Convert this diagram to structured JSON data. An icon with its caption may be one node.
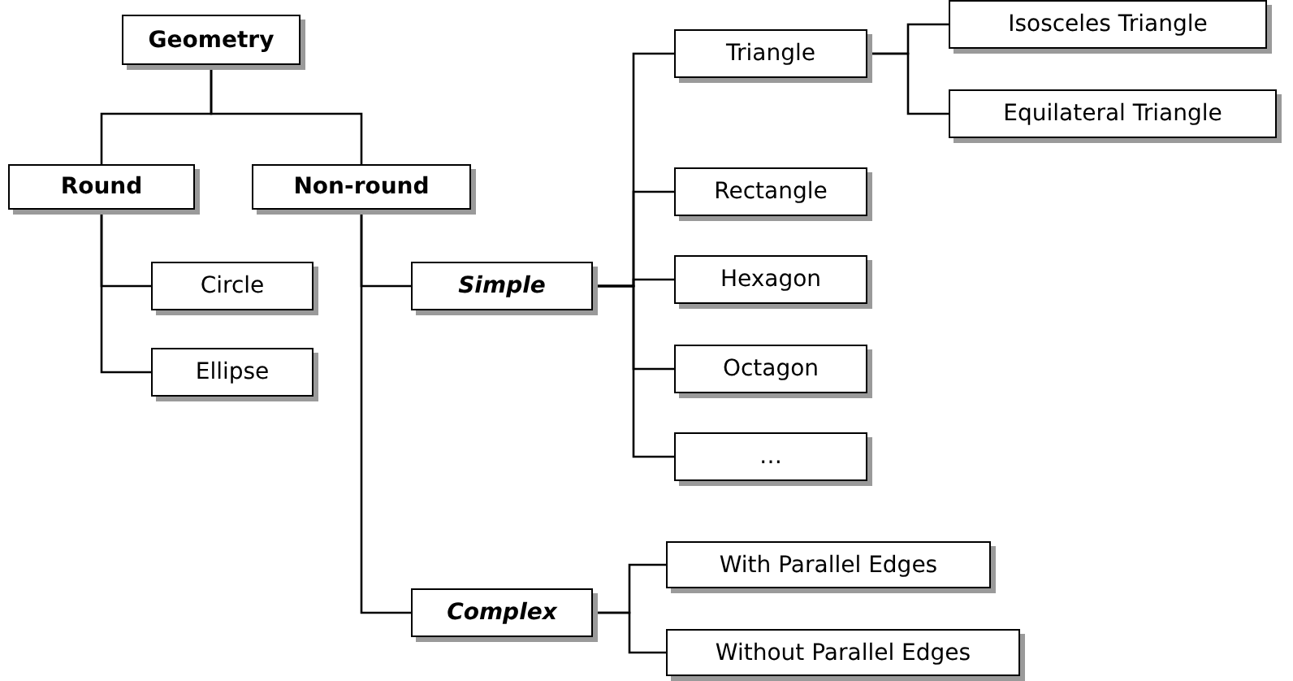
{
  "diagram": {
    "nodes": [
      {
        "text": [
          "Geometry"
        ]
      },
      {
        "text": [
          "Round"
        ]
      },
      {
        "text": [
          "Non-round"
        ]
      },
      {
        "text": [
          "Circle"
        ]
      },
      {
        "text": [
          "Ellipse"
        ]
      },
      {
        "text": [
          "Simple"
        ]
      },
      {
        "text": [
          "Complex"
        ]
      },
      {
        "text": [
          "Triangle"
        ]
      },
      {
        "text": [
          "Rectangle"
        ]
      },
      {
        "text": [
          "Hexagon"
        ]
      },
      {
        "text": [
          "Octagon"
        ]
      },
      {
        "text": [
          "…"
        ]
      },
      {
        "text": [
          "Isosceles Triangle"
        ]
      },
      {
        "text": [
          "Equilateral Triangle"
        ]
      },
      {
        "text": [
          "With Parallel Edges"
        ]
      },
      {
        "text": [
          "Without Parallel Edges"
        ]
      }
    ],
    "edges": [
      {
        "from": 0,
        "to": 1,
        "arrow": "none"
      },
      {
        "from": 0,
        "to": 2,
        "arrow": "none"
      },
      {
        "from": 1,
        "to": 3,
        "arrow": "none"
      },
      {
        "from": 1,
        "to": 4,
        "arrow": "none"
      },
      {
        "from": 2,
        "to": 5,
        "arrow": "none"
      },
      {
        "from": 2,
        "to": 6,
        "arrow": "none"
      },
      {
        "from": 5,
        "to": 7,
        "arrow": "none"
      },
      {
        "from": 5,
        "to": 8,
        "arrow": "none"
      },
      {
        "from": 5,
        "to": 9,
        "arrow": "none"
      },
      {
        "from": 5,
        "to": 10,
        "arrow": "none"
      },
      {
        "from": 5,
        "to": 11,
        "arrow": "none"
      },
      {
        "from": 7,
        "to": 12,
        "arrow": "none"
      },
      {
        "from": 7,
        "to": 13,
        "arrow": "none"
      },
      {
        "from": 6,
        "to": 14,
        "arrow": "none"
      },
      {
        "from": 6,
        "to": 15,
        "arrow": "none"
      }
    ]
  }
}
